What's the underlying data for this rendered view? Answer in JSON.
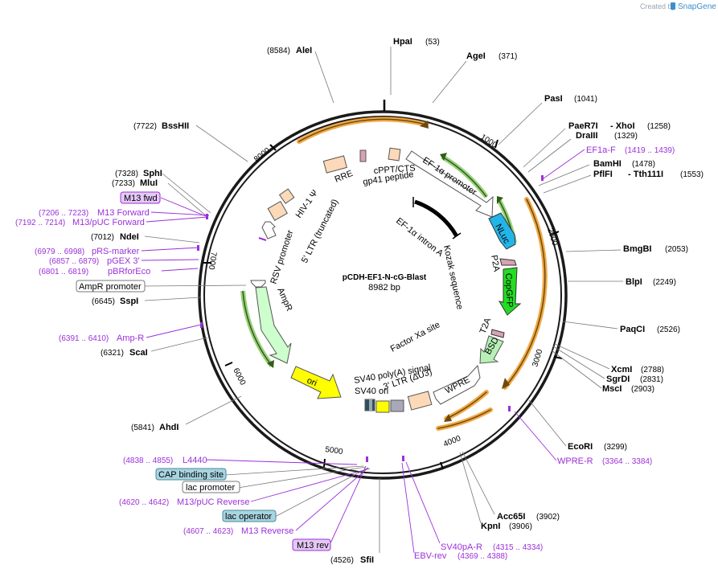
{
  "header": {
    "created_by": "Created by",
    "brand": "SnapGene"
  },
  "plasmid": {
    "name": "pCDH-EF1-N-cG-Blast",
    "length": "8982 bp"
  },
  "ticks": [
    "1000",
    "2000",
    "3000",
    "4000",
    "5000",
    "6000",
    "7000",
    "8000"
  ],
  "sites": {
    "hpai": {
      "name": "HpaI",
      "pos": "(53)"
    },
    "agei": {
      "name": "AgeI",
      "pos": "(371)"
    },
    "pasi": {
      "name": "PasI",
      "pos": "(1041)"
    },
    "paer7i": {
      "name": "PaeR7I",
      "name2": "- XhoI",
      "pos": "(1258)"
    },
    "draiii": {
      "name": "DraIII",
      "pos": "(1329)"
    },
    "bamhi": {
      "name": "BamHI",
      "pos": "(1478)"
    },
    "pflfi": {
      "name": "PflFI",
      "name2": "- Tth111I",
      "pos": "(1553)"
    },
    "bmgbi": {
      "name": "BmgBI",
      "pos": "(2053)"
    },
    "blpi": {
      "name": "BlpI",
      "pos": "(2249)"
    },
    "paqci": {
      "name": "PaqCI",
      "pos": "(2526)"
    },
    "xcmi": {
      "name": "XcmI",
      "pos": "(2788)"
    },
    "sgrdi": {
      "name": "SgrDI",
      "pos": "(2831)"
    },
    "msci": {
      "name": "MscI",
      "pos": "(2903)"
    },
    "ecori": {
      "name": "EcoRI",
      "pos": "(3299)"
    },
    "acc65i": {
      "name": "Acc65I",
      "pos": "(3902)"
    },
    "kpni": {
      "name": "KpnI",
      "pos": "(3906)"
    },
    "sfii": {
      "name": "SfiI",
      "pos": "(4526)"
    },
    "ahdi": {
      "name": "AhdI",
      "pos": "(5841)"
    },
    "scai": {
      "name": "ScaI",
      "pos": "(6321)"
    },
    "sspi": {
      "name": "SspI",
      "pos": "(6645)"
    },
    "ndei": {
      "name": "NdeI",
      "pos": "(7012)"
    },
    "mlui": {
      "name": "MluI",
      "pos": "(7233)"
    },
    "sphi": {
      "name": "SphI",
      "pos": "(7328)"
    },
    "bsshii": {
      "name": "BssHII",
      "pos": "(7722)"
    },
    "alei": {
      "name": "AleI",
      "pos": "(8584)"
    }
  },
  "primers": {
    "ef1a_f": {
      "name": "EF1a-F",
      "range": "(1419 .. 1439)"
    },
    "wpre_r": {
      "name": "WPRE-R",
      "range": "(3364 .. 3384)"
    },
    "sv40pa_r": {
      "name": "SV40pA-R",
      "range": "(4315 .. 4334)"
    },
    "ebv_rev": {
      "name": "EBV-rev",
      "range": "(4369 .. 4388)"
    },
    "m13_rev": {
      "name": "M13 rev"
    },
    "m13_reverse": {
      "name": "M13 Reverse",
      "range": "(4607 .. 4623)"
    },
    "m13_puc_rev": {
      "name": "M13/pUC Reverse",
      "range": "(4620 .. 4642)"
    },
    "l4440": {
      "name": "L4440",
      "range": "(4838 .. 4855)"
    },
    "amp_r": {
      "name": "Amp-R",
      "range": "(6391 .. 6410)"
    },
    "pbrforeco": {
      "name": "pBRforEco",
      "range": "(6801 .. 6819)"
    },
    "pgex3": {
      "name": "pGEX 3'",
      "range": "(6857 .. 6879)"
    },
    "prs_marker": {
      "name": "pRS-marker",
      "range": "(6979 .. 6998)"
    },
    "m13_puc_fwd": {
      "name": "M13/pUC Forward",
      "range": "(7192 .. 7214)"
    },
    "m13_forward": {
      "name": "M13 Forward",
      "range": "(7206 .. 7223)"
    },
    "m13_fwd": {
      "name": "M13 fwd"
    }
  },
  "boxed": {
    "cap_binding": "CAP binding site",
    "lac_promoter": "lac promoter",
    "lac_operator": "lac operator",
    "ampr_promoter": "AmpR promoter"
  },
  "features": {
    "ef1a_promoter": "EF-1α promoter",
    "ef1a_intron": "EF-1α intron A",
    "kozak": "Kozak sequence",
    "nluc": "NLuc",
    "p2a": "P2A",
    "copgfp": "CopGFP",
    "t2a": "T2A",
    "bsd": "BSD",
    "wpre": "WPRE",
    "factor_xa": "Factor Xa site",
    "ltr3": "3' LTR (ΔU3)",
    "sv40_polya": "SV40 poly(A) signal",
    "sv40_ori": "SV40 ori",
    "ori": "ori",
    "ampr": "AmpR",
    "rsv_promoter": "RSV promoter",
    "ltr5": "5' LTR (truncated)",
    "hiv_psi": "HIV-1 Ψ",
    "rre": "RRE",
    "gp41": "gp41 peptide",
    "cppt": "cPPT/CTS"
  },
  "colors": {
    "backbone": "#1a1a1a",
    "primer": "#9b30d9",
    "orange_arc": "#f0a030",
    "green_arc": "#6aa84f",
    "nluc": "#22b5e8",
    "copgfp": "#22dd22",
    "bsd": "#b6f0b6",
    "ori": "#ffff00",
    "ampr": "#ccffcc",
    "tan": "#fcd9b8",
    "pink": "#d7a3b3"
  }
}
